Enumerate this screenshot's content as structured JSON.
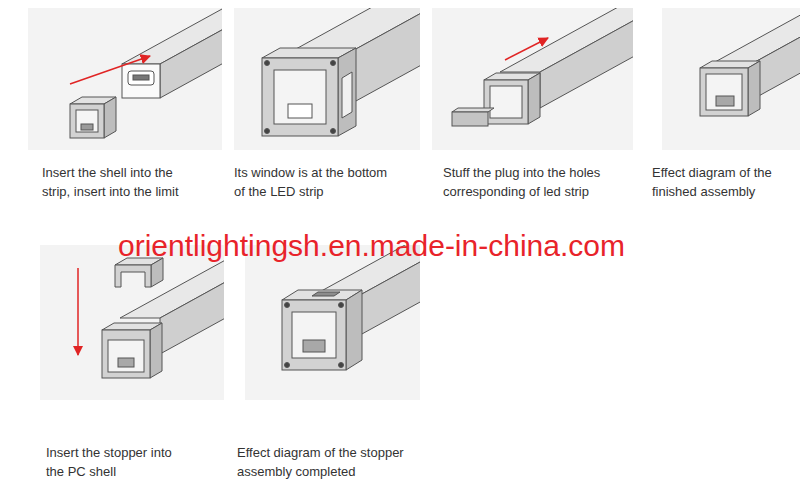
{
  "diagram": {
    "nodes": [
      {
        "text": [
          "Insert the shell into the strip, insert into the limit"
        ]
      },
      {
        "text": [
          "Its window is at the bottom of the LED strip"
        ]
      },
      {
        "text": [
          "Stuff the plug into the holes corresponding of led strip"
        ]
      },
      {
        "text": [
          "Effect diagram of the finished assembly"
        ]
      },
      {
        "text": [
          "Insert the stopper into the PC shell"
        ]
      },
      {
        "text": [
          "Effect diagram of the stopper assembly completed"
        ]
      }
    ],
    "labels": [
      "orientlightingsh.en.made-in-china.com"
    ]
  }
}
